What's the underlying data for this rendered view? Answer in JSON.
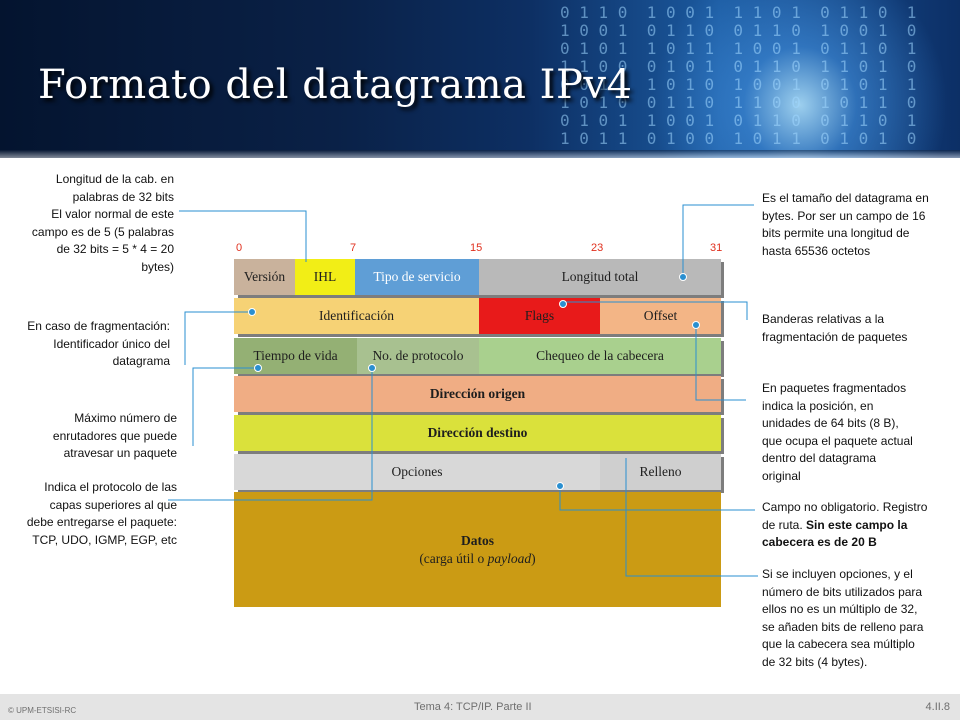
{
  "title": "Formato del datagrama IPv4",
  "bit_markers": [
    "0",
    "7",
    "15",
    "23",
    "31"
  ],
  "fields": {
    "version": "Versión",
    "ihl": "IHL",
    "tos": "Tipo de servicio",
    "total_length": "Longitud total",
    "identification": "Identificación",
    "flags": "Flags",
    "offset": "Offset",
    "ttl": "Tiempo de vida",
    "protocol": "No. de protocolo",
    "checksum": "Chequeo de la cabecera",
    "src": "Dirección origen",
    "dst": "Dirección destino",
    "options": "Opciones",
    "padding": "Relleno",
    "data": "Datos",
    "data_sub_pre": "(carga útil o ",
    "data_sub_em": "payload",
    "data_sub_post": ")"
  },
  "annotations": {
    "ihl": [
      "Longitud de la cab. en",
      "palabras de 32 bits",
      "El valor normal de este",
      "campo es de 5 (5 palabras",
      "de 32 bits = 5 * 4 = 20",
      "bytes)"
    ],
    "identification": [
      "En caso de fragmentación:",
      "Identificador único del",
      "datagrama"
    ],
    "ttl": [
      "Máximo número de",
      "enrutadores que puede",
      "atravesar un paquete"
    ],
    "protocol": [
      "Indica el protocolo de las",
      "capas superiores al que",
      "debe entregarse el paquete:",
      "TCP, UDO, IGMP, EGP, etc"
    ],
    "total_length": [
      "Es el tamaño del datagrama en",
      "bytes. Por ser un campo de 16",
      "bits permite una longitud de",
      "hasta 65536  octetos"
    ],
    "flags": [
      "Banderas relativas a la",
      "fragmentación de paquetes"
    ],
    "offset": [
      "En paquetes fragmentados",
      "indica la posición, en",
      "unidades de 64 bits (8 B),",
      "que ocupa el paquete actual",
      "dentro del datagrama",
      "original"
    ],
    "options_lines": [
      "Campo no obligatorio. Registro",
      "de ruta. "
    ],
    "options_bold": [
      "Sin este campo la",
      "cabecera es de 20 B"
    ],
    "padding": [
      "Si se incluyen opciones, y el",
      "número de bits utilizados para",
      "ellos no es un múltiplo de 32,",
      "se añaden bits de relleno para",
      "que la cabecera sea múltiplo",
      "de 32 bits (4 bytes)."
    ]
  },
  "footer": {
    "left": "© UPM-ETSISI-RC",
    "center": "Tema 4: TCP/IP. Parte II",
    "right": "4.II.8"
  },
  "colors": {
    "version": "#c9b29c",
    "ihl": "#f2ee16",
    "tos": "#5f9ed6",
    "total_length": "#b9b9b9",
    "identification": "#f6d275",
    "flags": "#e81a1a",
    "offset": "#f3b586",
    "ttl": "#94b074",
    "protocol": "#a8c190",
    "checksum": "#a9d08e",
    "src": "#f0ad84",
    "dst": "#dae13b",
    "options": "#d8d8d8",
    "padding": "#cfcfcf",
    "data": "#cb9b14",
    "leader": "#2a8fd0"
  }
}
